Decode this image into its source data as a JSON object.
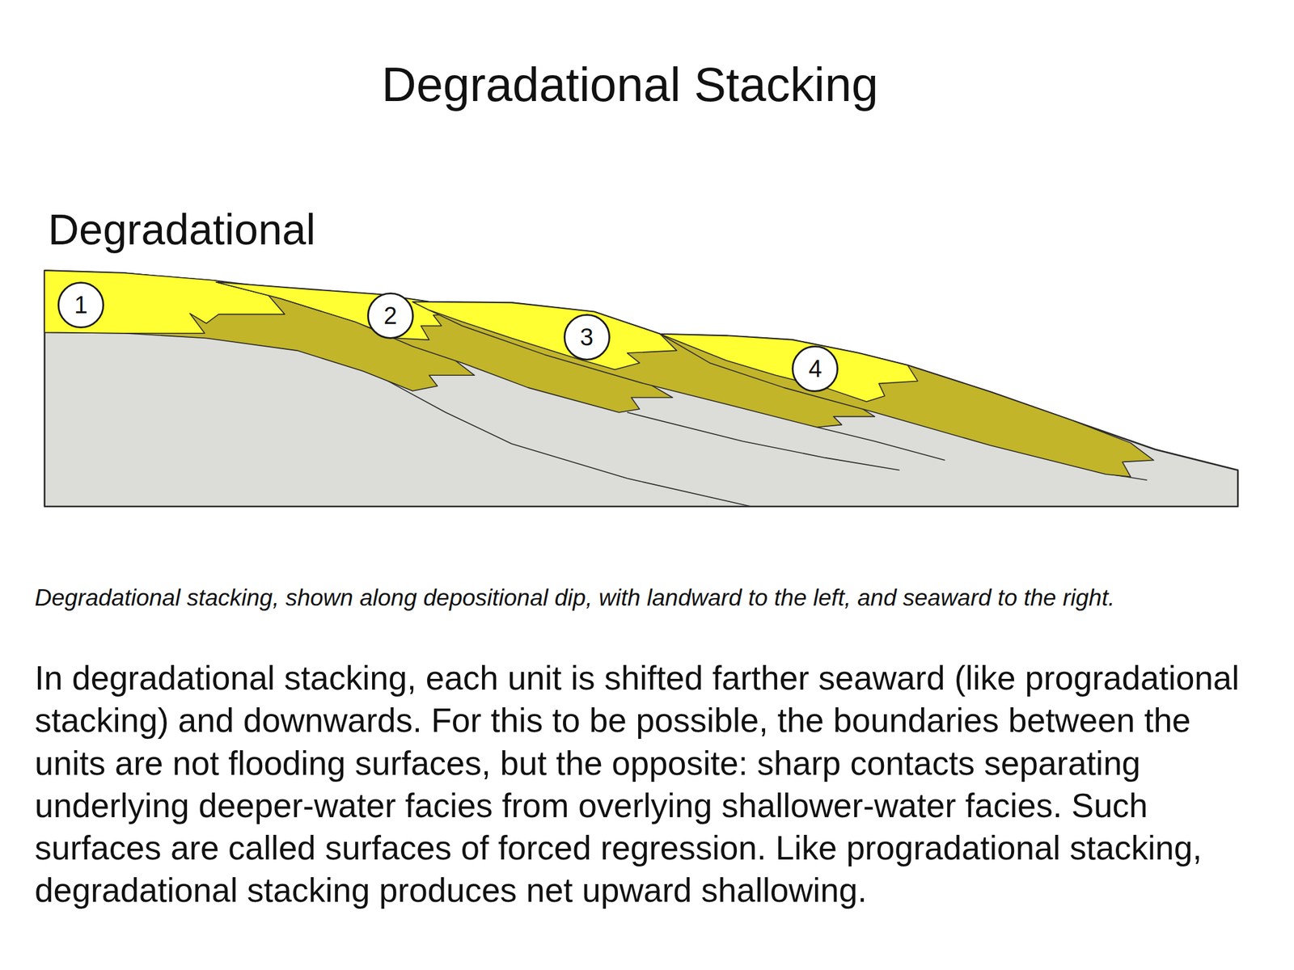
{
  "diagram": {
    "title": "Degradational Stacking",
    "caption": "Degradational stacking, shown along depositional dip, with landward to the left, and seaward to the right.",
    "nodes": [
      {
        "text": [
          "1"
        ]
      },
      {
        "text": [
          "2"
        ]
      },
      {
        "text": [
          "3"
        ]
      },
      {
        "text": [
          "4"
        ]
      }
    ],
    "labels": [
      "Degradational",
      "In degradational stacking, each unit is shifted farther seaward (like progradational stacking) and downwards. For this to be possible, the boundaries between the units are not flooding surfaces, but the opposite: sharp contacts separating underlying deeper-water facies from overlying shallower-water facies. Such surfaces are called surfaces of forced regression. Like progradational stacking, degradational stacking produces net upward shallowing."
    ]
  }
}
